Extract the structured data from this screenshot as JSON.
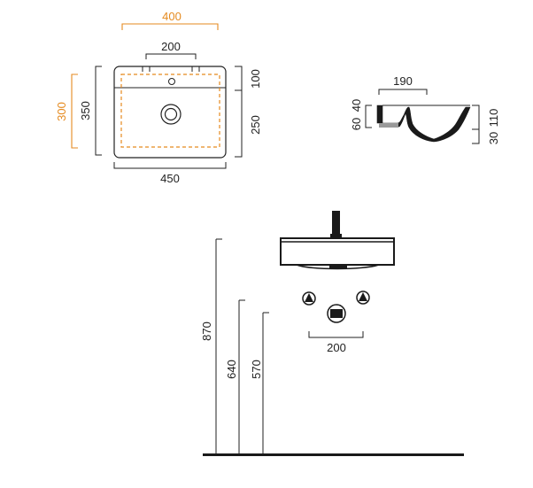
{
  "colors": {
    "line": "#222222",
    "accent": "#e58a1f",
    "fill_dark": "#1a1a1a",
    "fill_grey": "#9a9a9a"
  },
  "top_view": {
    "outer_width": "450",
    "inner_width": "400",
    "tap_spacing": "200",
    "depth": "350",
    "inner_depth": "300",
    "back_ledge": "100",
    "bowl_depth": "250"
  },
  "side_view": {
    "width": "190",
    "left_upper": "40",
    "left_lower": "60",
    "right_upper": "110",
    "right_lower": "30"
  },
  "front_view": {
    "mount_height": "870",
    "height_mid": "640",
    "height_low": "570",
    "valve_spacing": "200"
  }
}
